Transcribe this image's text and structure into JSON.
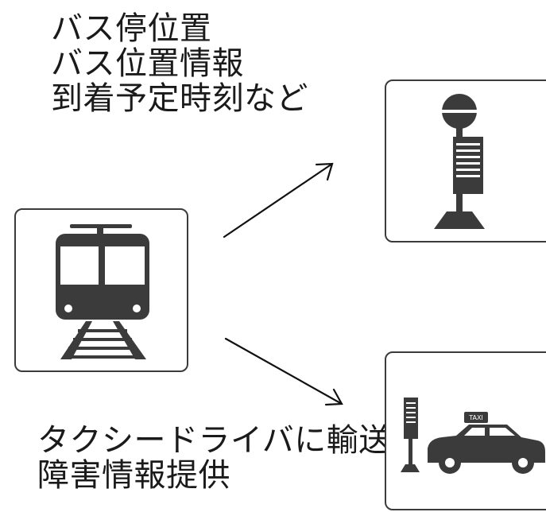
{
  "top_label": {
    "lines": [
      "バス停位置",
      "バス位置情報",
      "到着予定時刻など"
    ]
  },
  "bottom_label": {
    "lines": [
      "タクシードライバに輸送",
      "障害情報提供"
    ]
  },
  "taxi_sign_text": "TAXI",
  "icons": {
    "train": "train-icon",
    "bus_stop": "bus-stop-icon",
    "taxi": "taxi-icon"
  },
  "colors": {
    "icon": "#3b3b3b",
    "text": "#1a1a1a",
    "background": "#ffffff"
  }
}
